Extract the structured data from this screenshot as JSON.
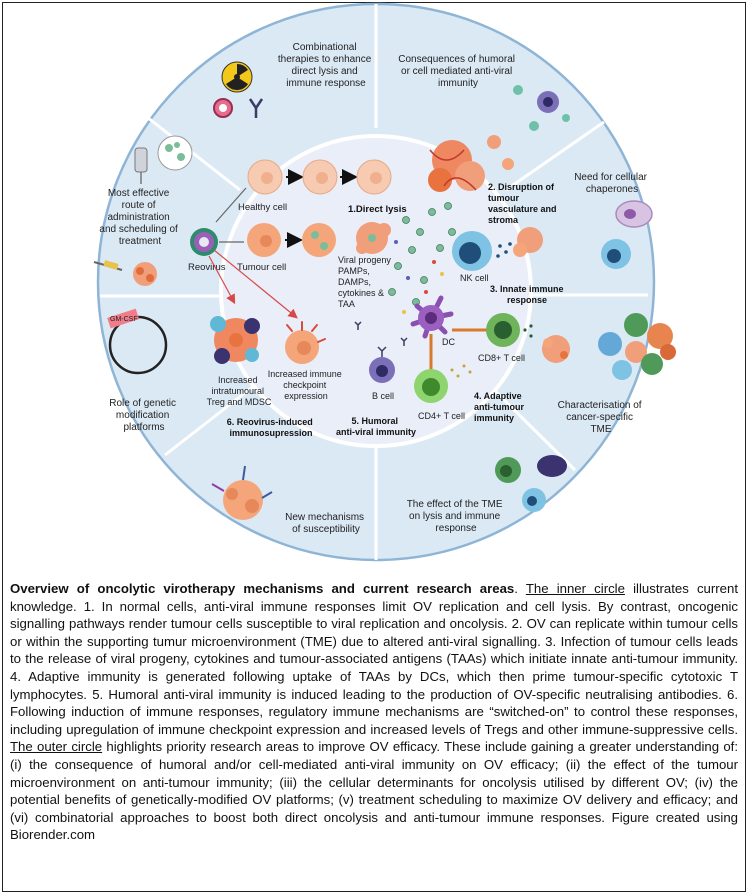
{
  "outer_circle": {
    "combinational": [
      "Combinational",
      "therapies to enhance",
      "direct lysis and",
      "immune response"
    ],
    "consequences": [
      "Consequences of humoral",
      "or cell mediated anti-viral",
      "immunity"
    ],
    "chaperones": [
      "Need for cellular",
      "chaperones"
    ],
    "characterisation": [
      "Characterisation of",
      "cancer-specific",
      "TME"
    ],
    "effect_tme": [
      "The effect of the TME",
      "on lysis and immune",
      "response"
    ],
    "new_mechanisms": [
      "New mechanisms",
      "of susceptibility"
    ],
    "genetic_mod": [
      "Role of genetic",
      "modification",
      "platforms"
    ],
    "route": [
      "Most effective",
      "route of",
      "administration",
      "and scheduling of",
      "treatment"
    ],
    "gmcsf_label": "GM-CSF"
  },
  "inner_circle": {
    "healthy_cell": "Healthy cell",
    "tumour_cell": "Tumour cell",
    "reovirus": "Reovirus",
    "direct_lysis": "1.Direct lysis",
    "disruption": [
      "2. Disruption of",
      "tumour",
      "vasculature and",
      "stroma"
    ],
    "nk_cell": "NK cell",
    "innate": [
      "3. Innate immune",
      "response"
    ],
    "viral_progeny": [
      "Viral progeny",
      "PAMPs,",
      "DAMPs,",
      "cytokines &",
      "TAA"
    ],
    "dc": "DC",
    "cd8": "CD8+ T cell",
    "adaptive": [
      "4. Adaptive",
      "anti-tumour",
      "immunity"
    ],
    "cd4": "CD4+ T cell",
    "b_cell": "B cell",
    "humoral": [
      "5. Humoral",
      "anti-viral immunity"
    ],
    "reovirus_induced": [
      "6. Reovirus-induced",
      "immunosupression"
    ],
    "increased_treg": [
      "Increased",
      "intratumoural",
      "Treg and MDSC"
    ],
    "increased_checkpoint": [
      "Increased immune",
      "checkpoint",
      "expression"
    ]
  },
  "caption": {
    "title": "Overview of oncolytic virotherapy mechanisms and current research areas",
    "inner_link": "The inner circle",
    "part1": " illustrates current knowledge.  1. In normal cells, anti-viral immune responses limit OV replication and cell lysis.  By contrast, oncogenic signalling pathways render tumour cells susceptible to viral replication and oncolysis.  2. OV can replicate within tumour cells or within the supporting tumur microenvironment (TME) due to altered anti-viral signalling.  3. Infection of tumour cells leads to the release of viral progeny, cytokines and tumour-associated antigens (TAAs) which initiate innate anti-tumour immunity.  4. Adaptive immunity is generated following uptake of TAAs by DCs, which then prime tumour-specific cytotoxic T lymphocytes.  5. Humoral anti-viral immunity is induced leading to the production of OV-specific neutralising antibodies.  6. Following induction of immune responses, regulatory immune mechanisms are “switched-on” to control these responses, including upregulation of immune checkpoint expression and increased levels of Tregs and other immune-suppressive cells. ",
    "outer_link": "The outer circle",
    "part2": " highlights priority research areas to improve OV efficacy.  These include gaining a greater understanding of: (i) the consequence of humoral and/or cell-mediated anti-viral immunity on OV efficacy; (ii) the effect of the tumour microenvironment on anti-tumour immunity; (iii) the cellular determinants for oncolysis utilised by different OV; (iv) the potential benefits of genetically-modified OV platforms; (v) treatment scheduling to maximize OV delivery and efficacy; and (vi) combinatorial approaches to boost both direct oncolysis and anti-tumour immune responses. Figure created using Biorender.com"
  }
}
